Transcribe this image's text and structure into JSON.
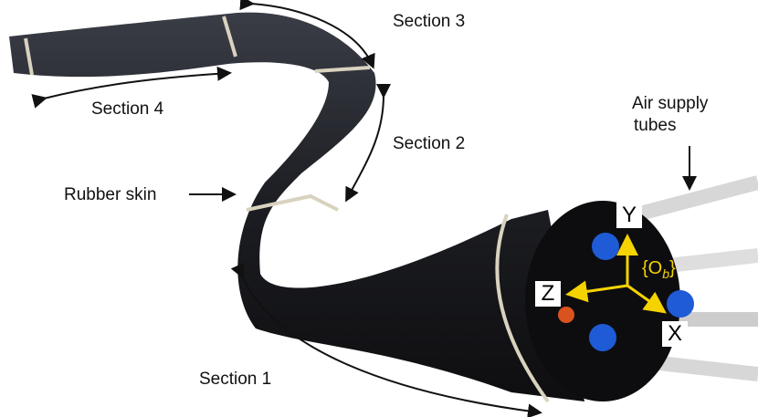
{
  "figure": {
    "subject": "soft continuum robot arm with rubber skin",
    "labels": {
      "section1": "Section 1",
      "section2": "Section 2",
      "section3": "Section 3",
      "section4": "Section 4",
      "rubber_skin": "Rubber skin",
      "air_supply_line1": "Air supply",
      "air_supply_line2": "tubes"
    },
    "frame": {
      "name": "{O",
      "subscript": "b",
      "close": "}",
      "axes": {
        "x": "X",
        "y": "Y",
        "z": "Z"
      },
      "color": "#f5d300"
    },
    "colors": {
      "arm": "#1e1f24",
      "tape": "#d8d2bf",
      "connector": "#1f5bd6",
      "tubes": "#c9c9c9"
    }
  }
}
